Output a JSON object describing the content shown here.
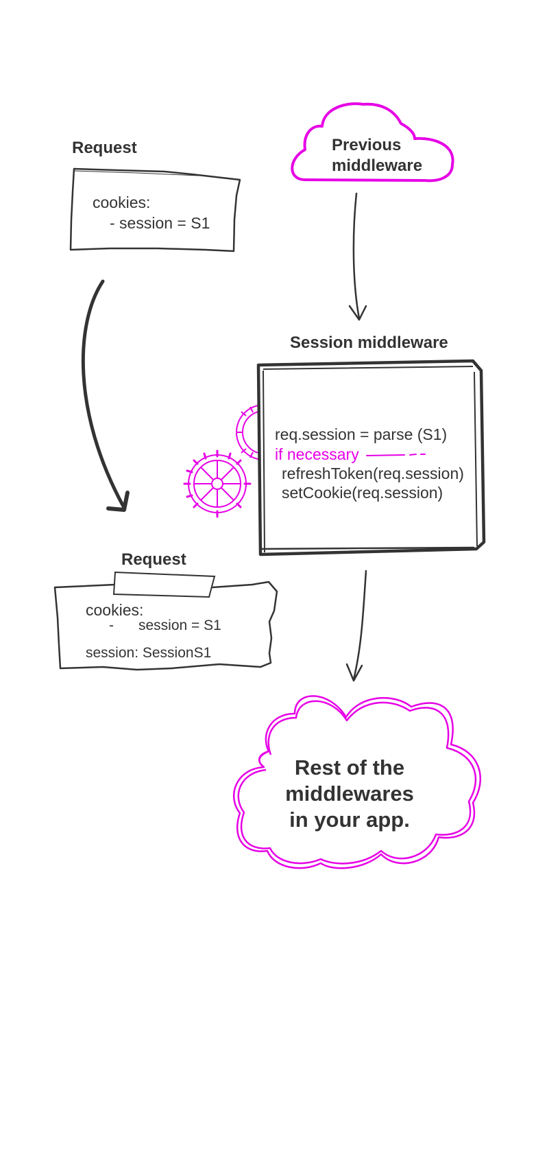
{
  "colors": {
    "ink": "#333333",
    "accent": "#e600e6"
  },
  "request_in": {
    "label": "Request",
    "cookies": "cookies:",
    "cookie_line": "- session = S1"
  },
  "previous": {
    "line1": "Previous",
    "line2": "middleware"
  },
  "middleware": {
    "label": "Session middleware",
    "lines": [
      "req.session = parse (S1)",
      "if necessary",
      "refreshToken(req.session)",
      "setCookie(req.session)"
    ],
    "icon": "gears-icon"
  },
  "request_out": {
    "label": "Request",
    "cookies": "cookies:",
    "bullet": "-",
    "cookie_line": "session = S1",
    "session": "session: SessionS1"
  },
  "rest": {
    "line1": "Rest of the",
    "line2": "middlewares",
    "line3": "in your app."
  }
}
